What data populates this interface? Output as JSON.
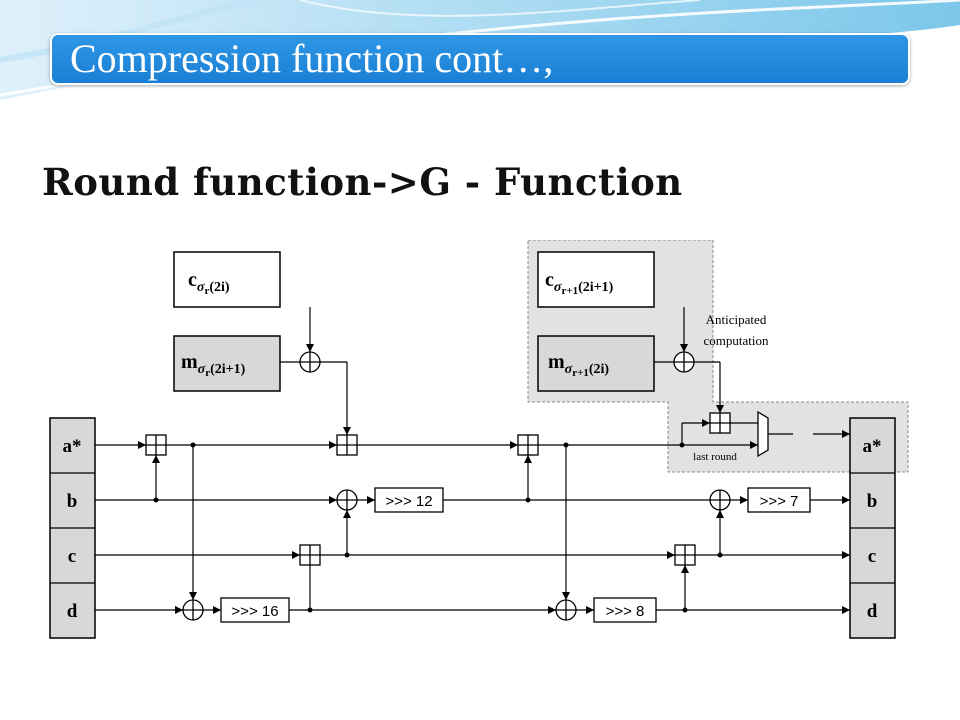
{
  "slide": {
    "title": "Compression function cont…,",
    "subtitle": "Round function->G - Function"
  },
  "colors": {
    "title_bar": "#1f88dc",
    "title_text": "#ffffff",
    "anticipated_region": "#e2e2e2",
    "state_register": "#d8d8d8"
  },
  "diagram": {
    "state_in": [
      "a*",
      "b",
      "c",
      "d"
    ],
    "state_out": [
      "a*",
      "b",
      "c",
      "d"
    ],
    "rotations": [
      ">>> 12",
      ">>> 16",
      ">>> 8",
      ">>> 7"
    ],
    "anticipated_label_1": "Anticipated",
    "anticipated_label_2": "computation",
    "last_round_label": "last round",
    "const_left": {
      "base": "c",
      "sub": "σ",
      "subsub": "r",
      "arg": "(2i)"
    },
    "msg_left": {
      "base": "m",
      "sub": "σ",
      "subsub": "r",
      "arg": "(2i+1)"
    },
    "const_right": {
      "base": "c",
      "sub": "σ",
      "subsub": "r+1",
      "arg": "(2i+1)"
    },
    "msg_right": {
      "base": "m",
      "sub": "σ",
      "subsub": "r+1",
      "arg": "(2i)"
    }
  }
}
